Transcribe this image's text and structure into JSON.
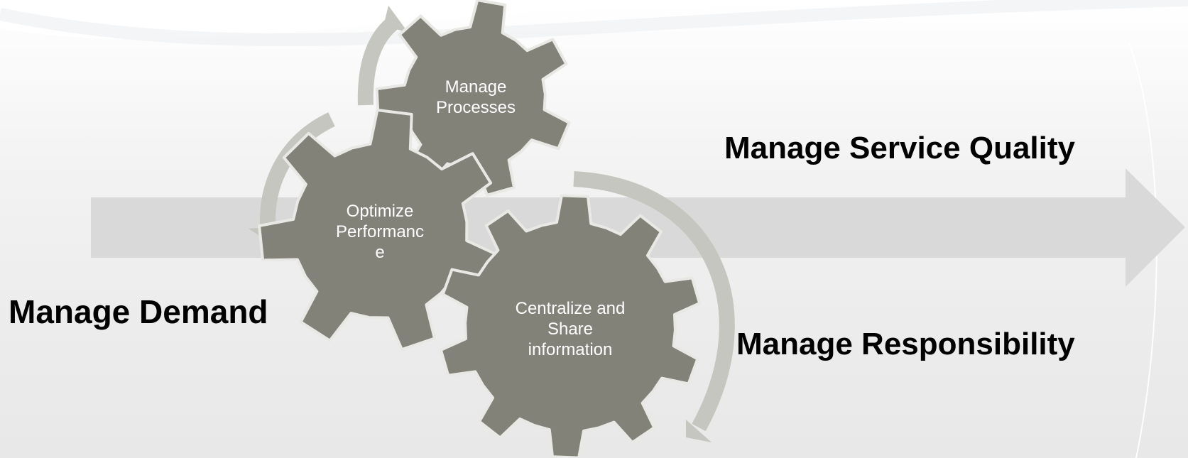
{
  "diagram": {
    "gears": {
      "processes": {
        "lines": [
          "Manage",
          "Processes"
        ]
      },
      "performance": {
        "lines": [
          "Optimize",
          "Performanc",
          "e"
        ]
      },
      "information": {
        "lines": [
          "Centralize and",
          "Share",
          "information"
        ]
      }
    },
    "labels": {
      "service_quality": "Manage Service Quality",
      "demand": "Manage Demand",
      "responsibility": "Manage Responsibility"
    }
  },
  "colors": {
    "gear_fill": "#838279",
    "gear_outline": "#e8e8e4",
    "arrow": "#d9d9d9",
    "curved_arrow": "#c6c6c0"
  }
}
